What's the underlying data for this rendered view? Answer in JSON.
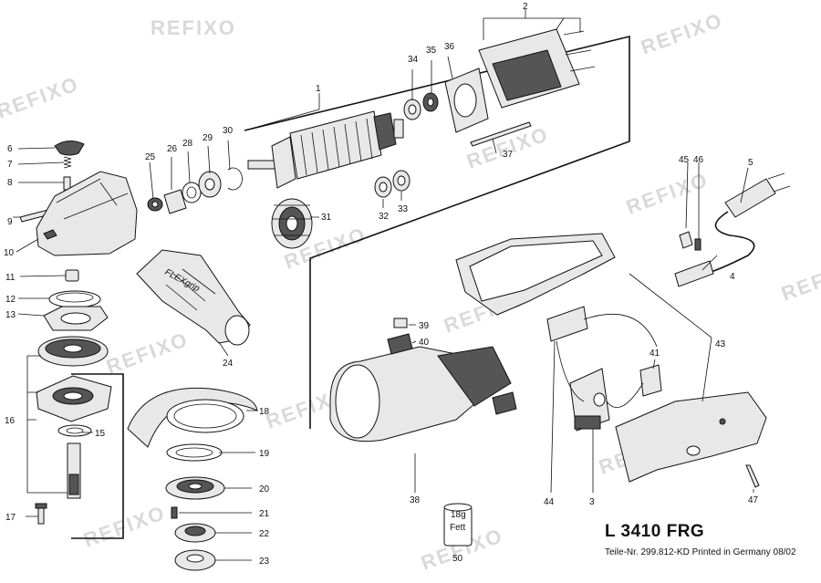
{
  "title": "L 3410 FRG",
  "part_number_line": "Teile-Nr. 299.812-KD Printed in Germany 08/02",
  "watermark": "REFIXO",
  "grip_label": "FLEXgrip",
  "grease_label_amount": "18g",
  "grease_label_word": "Fett",
  "callouts": [
    "1",
    "2",
    "3",
    "4",
    "5",
    "6",
    "7",
    "8",
    "9",
    "10",
    "11",
    "12",
    "13",
    "15",
    "16",
    "17",
    "18",
    "19",
    "20",
    "21",
    "22",
    "23",
    "24",
    "25",
    "26",
    "28",
    "29",
    "30",
    "31",
    "32",
    "33",
    "34",
    "35",
    "36",
    "37",
    "38",
    "39",
    "40",
    "41",
    "43",
    "44",
    "45",
    "46",
    "47",
    "50"
  ]
}
